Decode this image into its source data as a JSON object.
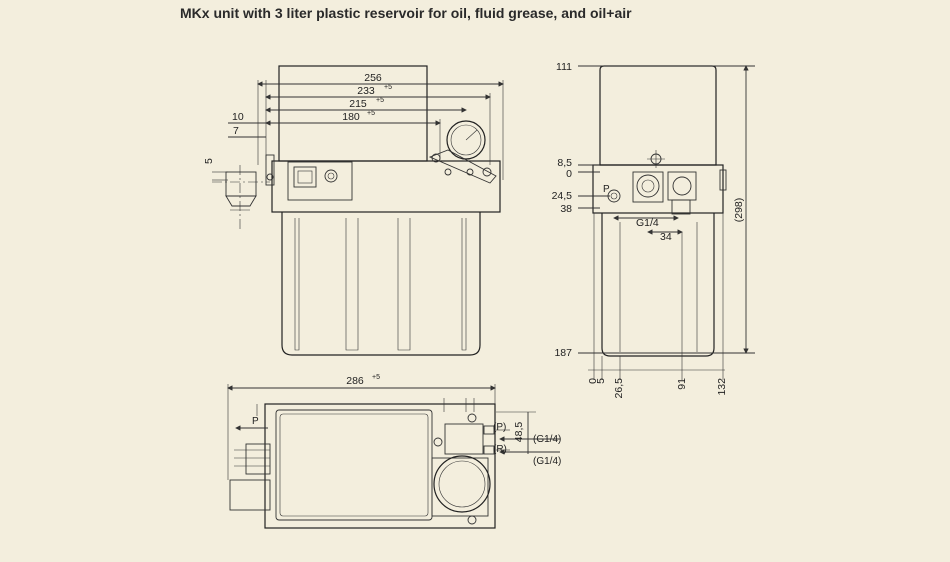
{
  "title": "MKx unit with 3 liter plastic reservoir for oil, fluid grease, and oil+air",
  "front_view": {
    "dims": {
      "d256": "256",
      "d233": "233",
      "d233_tol": "+5",
      "d215": "215",
      "d215_tol": "+5",
      "d180": "180",
      "d180_tol": "+5",
      "d10": "10",
      "d7": "7",
      "d5": "5"
    }
  },
  "side_view": {
    "dims": {
      "d111": "111",
      "d8_5": "8,5",
      "d0": "0",
      "d24_5": "24,5",
      "d38": "38",
      "d187": "187",
      "d298": "(298)",
      "dG14": "G1/4",
      "d34": "34",
      "b0": "0",
      "b5": "5",
      "b26_5": "26,5",
      "b91": "91",
      "b132": "132"
    },
    "port_label": "P"
  },
  "top_view": {
    "dims": {
      "d286": "286",
      "d286_tol": "+5",
      "d48_5": "48,5"
    },
    "labels": {
      "p_arrow": "P",
      "p_port": "(P)",
      "r_port": "(R)",
      "g14_a": "(G1/4)",
      "g14_b": "(G1/4)"
    }
  }
}
